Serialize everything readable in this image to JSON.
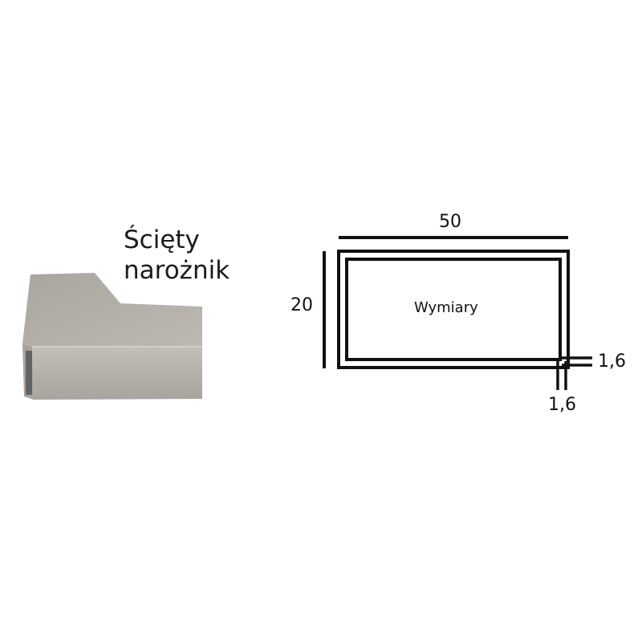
{
  "product": {
    "title_line1": "Ścięty",
    "title_line2": "narożnik"
  },
  "dimensions": {
    "width": "50",
    "height": "20",
    "center_label": "Wymiary",
    "wall_right": "1,6",
    "wall_bottom": "1,6"
  },
  "colors": {
    "metal_light": "#b3afa8",
    "metal_dark": "#8f8b85",
    "line": "#111111"
  }
}
